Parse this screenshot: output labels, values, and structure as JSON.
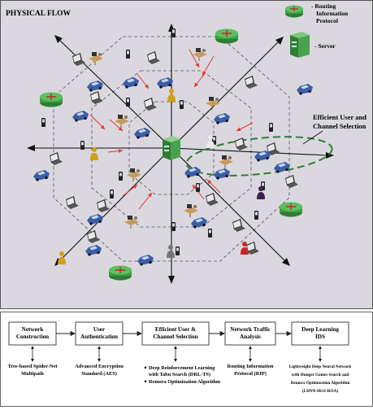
{
  "title": "PHYSICAL FLOW",
  "legend": {
    "router_label": "- Routing Information Protocol",
    "router_lines": [
      "- Routing",
      "Information",
      "Protocol"
    ],
    "server_label": "- Server"
  },
  "annotation": {
    "text": "Efficient User and Channel Selection",
    "lines": [
      "Efficient User  and",
      "Channel Selection"
    ]
  },
  "flow": {
    "steps": [
      {
        "title": "Network Construction",
        "lines": [
          "Network",
          "Construction"
        ],
        "detail": "Tree-based Spider-Net Multipath",
        "detail_lines": [
          "Tree-based Spider-Net",
          "Multipath"
        ]
      },
      {
        "title": "User Authentication",
        "lines": [
          "User",
          "Authentication"
        ],
        "detail": "Advanced Encryption Standard (AES)",
        "detail_lines": [
          "Advanced Encryption",
          "Standard (AES)"
        ]
      },
      {
        "title": "Efficient User & Channel Selection",
        "lines": [
          "Efficient User &",
          "Channel Selection"
        ],
        "detail": "",
        "detail_lines": []
      },
      {
        "title": "Network Traffic Analysis",
        "lines": [
          "Network Traffic",
          "Analysis"
        ],
        "detail": "Routing Information Protocol (RIP)",
        "detail_lines": [
          "Routing Information",
          "Protocol (RIP)"
        ]
      },
      {
        "title": "Deep Learning IDS",
        "lines": [
          "Deep Learning",
          "IDS"
        ],
        "detail": "Lightweight Deep Neural Network with Hunger Games Search and Remora Optimization Algorithm (LDNN-HGS-ROA)",
        "detail_lines": [
          "Lightweight Deep Neural Network",
          "with Hunger Games Search and",
          "Remora Optimization Algorithm",
          "(LDNN-HGS-ROA)"
        ]
      }
    ],
    "selection_bullets": [
      "Deep Reinforcement Learning with Tabu Search (DRL-TS)",
      "Remora Optimization Algorithm"
    ],
    "selection_bullet_lines": [
      [
        "Deep Reinforcement Learning",
        "with Tabu Search (DRL-TS)"
      ],
      [
        "Remora Optimization Algorithm"
      ]
    ]
  },
  "colors": {
    "panel_bg": "#dad8de",
    "router_green": "#4caf50",
    "server_green": "#3e8e41",
    "arrow_red": "#e53935",
    "dashed_green": "#2e7d32",
    "car_blue": "#3a5da8"
  },
  "icons": [
    "router-icon",
    "server-icon",
    "laptop-icon",
    "mobile-phone-icon",
    "car-icon",
    "person-icon",
    "desk-user-icon"
  ]
}
